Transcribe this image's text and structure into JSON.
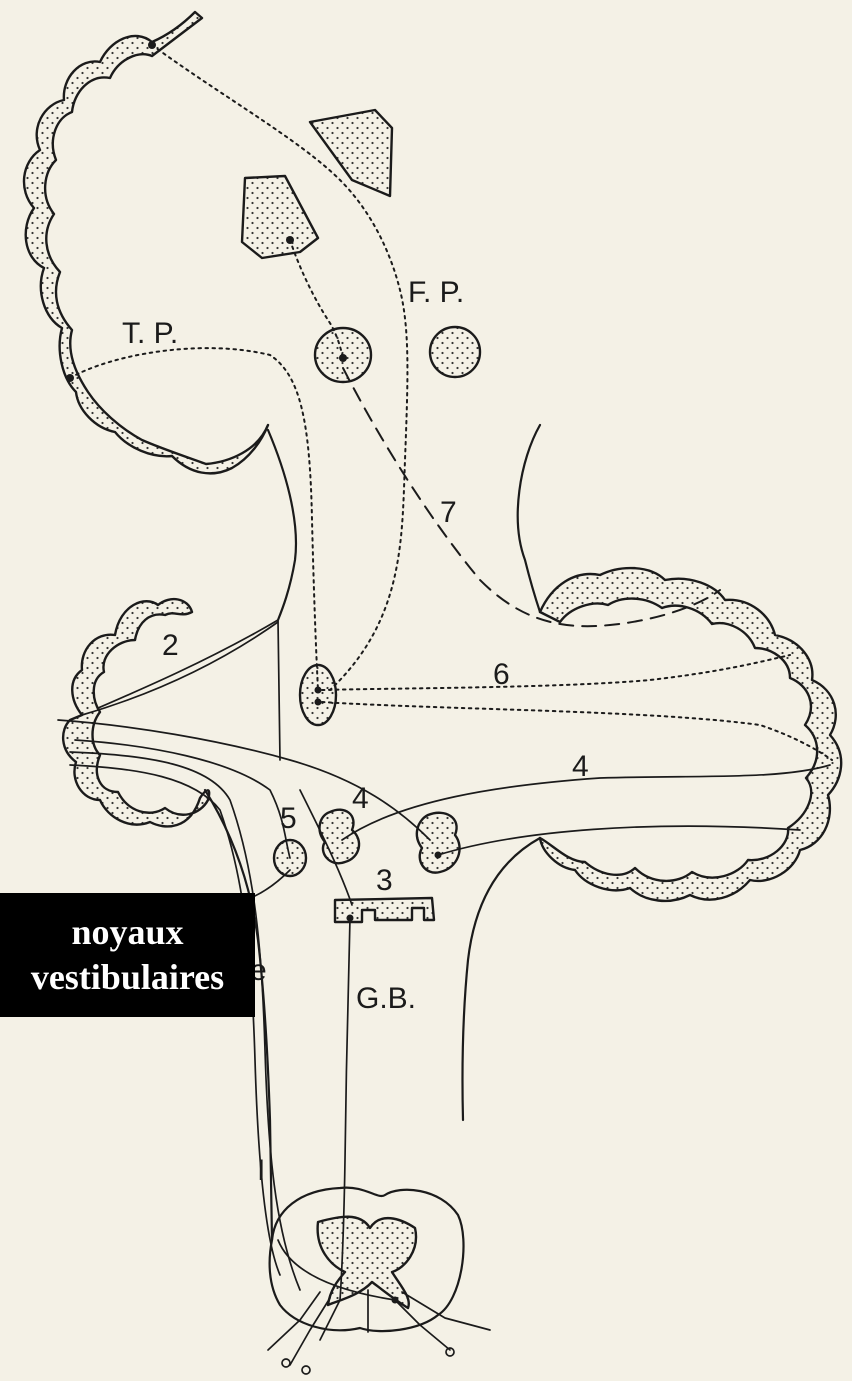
{
  "labels": {
    "tp": "T. P.",
    "fp": "F. P.",
    "n7": "7",
    "n2": "2",
    "n6": "6",
    "n4_left": "4",
    "n4_right": "4",
    "n5": "5",
    "n3": "3",
    "gb": "G.B.",
    "n1": "I",
    "stray": "e"
  },
  "overlay": {
    "line1": "noyaux",
    "line2": "vestibulaires"
  }
}
